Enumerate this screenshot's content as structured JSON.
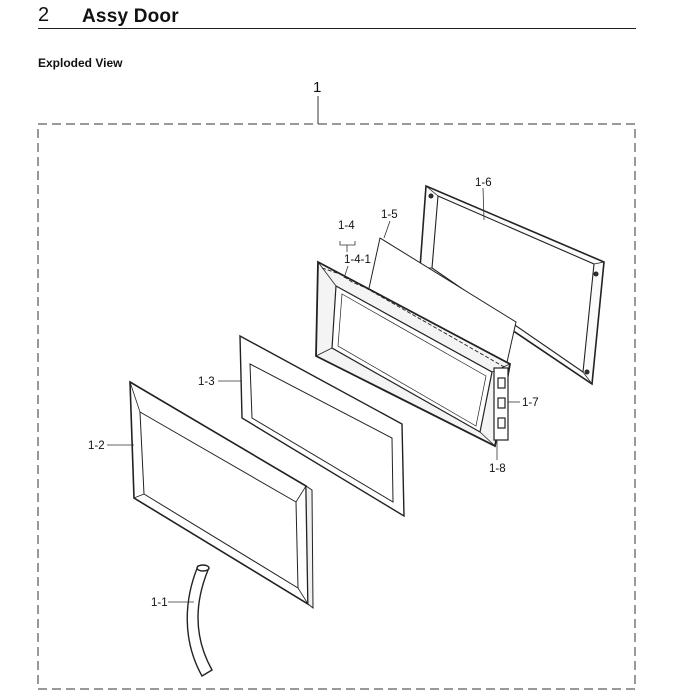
{
  "header": {
    "section_number": "2",
    "section_title": "Assy Door"
  },
  "subtitle": "Exploded View",
  "diagram": {
    "assembly_label": "1",
    "parts": {
      "handle": "1-1",
      "front_panel": "1-2",
      "glass": "1-3",
      "door_frame": "1-4",
      "door_frame_sub": "1-4-1",
      "film": "1-5",
      "back_frame": "1-6",
      "hinge": "1-7",
      "latch": "1-8"
    }
  }
}
